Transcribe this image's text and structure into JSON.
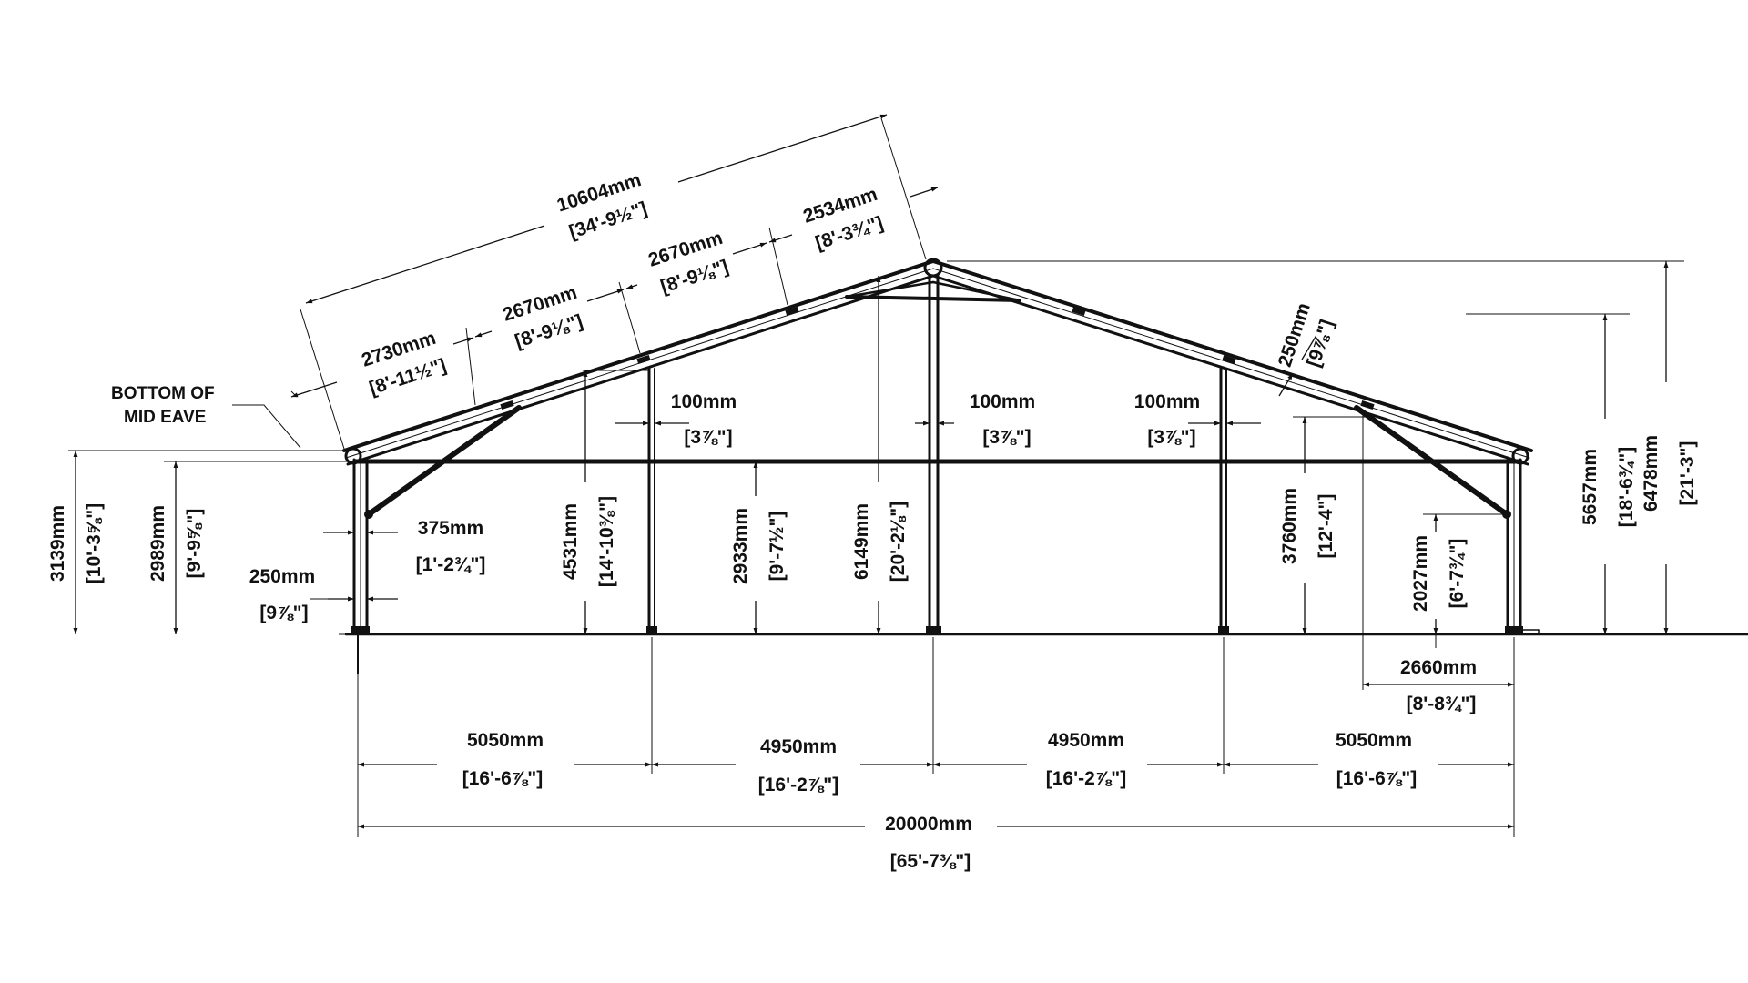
{
  "annotations": {
    "bottom_of_mid_eave_1": "BOTTOM OF",
    "bottom_of_mid_eave_2": "MID EAVE"
  },
  "rafter_dims": {
    "overall": {
      "mm": "10604mm",
      "imp": "[34'-9½\"]"
    },
    "seg1": {
      "mm": "2730mm",
      "imp": "[8'-11½\"]"
    },
    "seg2": {
      "mm": "2670mm",
      "imp": "[8'-9⅛\"]"
    },
    "seg3": {
      "mm": "2670mm",
      "imp": "[8'-9⅛\"]"
    },
    "seg4": {
      "mm": "2534mm",
      "imp": "[8'-3¾\"]"
    },
    "depth_right": {
      "mm": "250mm",
      "imp": "[9⅞\"]"
    }
  },
  "column_widths": {
    "col1": {
      "mm": "100mm",
      "imp": "[3⅞\"]"
    },
    "col2": {
      "mm": "100mm",
      "imp": "[3⅞\"]"
    },
    "col3": {
      "mm": "100mm",
      "imp": "[3⅞\"]"
    },
    "leg_width": {
      "mm": "250mm",
      "imp": "[9⅞\"]"
    },
    "leg_offset": {
      "mm": "375mm",
      "imp": "[1'-2¾\"]"
    }
  },
  "heights": {
    "h3139": {
      "mm": "3139mm",
      "imp": "[10'-3⅝\"]"
    },
    "h2989": {
      "mm": "2989mm",
      "imp": "[9'-9⅝\"]"
    },
    "h4531": {
      "mm": "4531mm",
      "imp": "[14'-10⅜\"]"
    },
    "h2933": {
      "mm": "2933mm",
      "imp": "[9'-7½\"]"
    },
    "h6149": {
      "mm": "6149mm",
      "imp": "[20'-2⅛\"]"
    },
    "h3760": {
      "mm": "3760mm",
      "imp": "[12'-4\"]"
    },
    "h2027": {
      "mm": "2027mm",
      "imp": "[6'-7¾\"]"
    },
    "h5657": {
      "mm": "5657mm",
      "imp": "[18'-6¾\"]"
    },
    "h6478": {
      "mm": "6478mm",
      "imp": "[21'-3\"]"
    }
  },
  "bay_dims": {
    "bay1": {
      "mm": "5050mm",
      "imp": "[16'-6⅞\"]"
    },
    "bay2": {
      "mm": "4950mm",
      "imp": "[16'-2⅞\"]"
    },
    "bay3": {
      "mm": "4950mm",
      "imp": "[16'-2⅞\"]"
    },
    "bay4": {
      "mm": "5050mm",
      "imp": "[16'-6⅞\"]"
    },
    "brace_span": {
      "mm": "2660mm",
      "imp": "[8'-8¾\"]"
    },
    "overall": {
      "mm": "20000mm",
      "imp": "[65'-7⅜\"]"
    }
  }
}
